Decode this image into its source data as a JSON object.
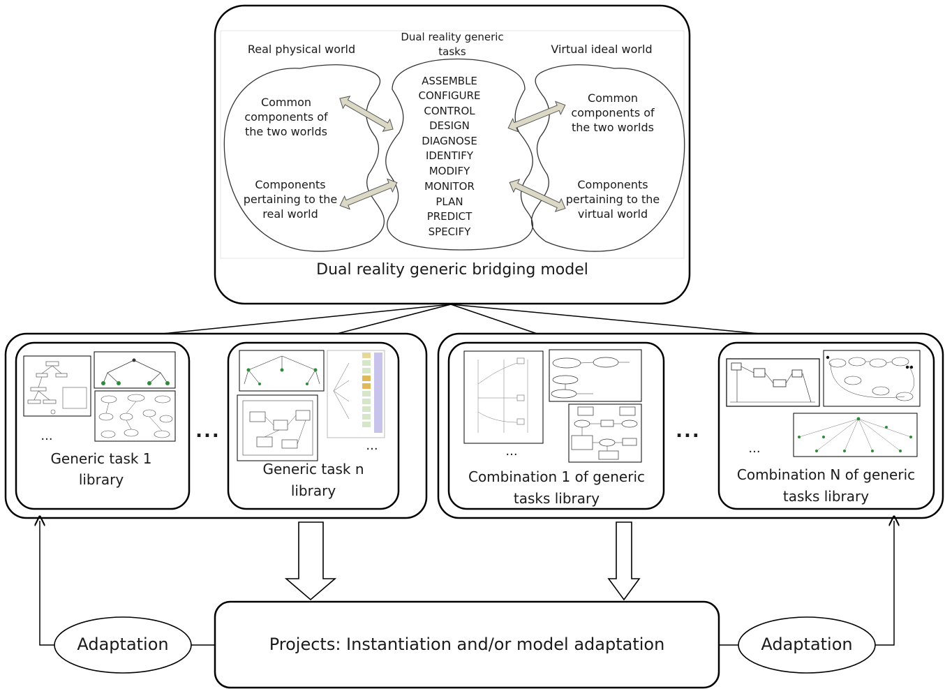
{
  "top_model": {
    "real_world_title": "Real physical world",
    "tasks_title_line1": "Dual reality generic",
    "tasks_title_line2": "tasks",
    "virtual_world_title": "Virtual ideal world",
    "left_common": [
      "Common",
      "components of",
      "the two worlds"
    ],
    "left_specific": [
      "Components",
      "pertaining to the",
      "real world"
    ],
    "right_common": [
      "Common",
      "components of",
      "the two worlds"
    ],
    "right_specific": [
      "Components",
      "pertaining to the",
      "virtual world"
    ],
    "tasks": [
      "ASSEMBLE",
      "CONFIGURE",
      "CONTROL",
      "DESIGN",
      "DIAGNOSE",
      "IDENTIFY",
      "MODIFY",
      "MONITOR",
      "PLAN",
      "PREDICT",
      "SPECIFY"
    ],
    "caption": "Dual reality generic bridging model"
  },
  "libraries": {
    "generic_1": [
      "Generic task 1",
      "library"
    ],
    "generic_n": [
      "Generic task n",
      "library"
    ],
    "combination_1": [
      "Combination 1 of generic",
      "tasks library"
    ],
    "combination_n": [
      "Combination N of generic",
      "tasks library"
    ],
    "between_ellipsis": "...",
    "inner_ellipsis": "..."
  },
  "bottom": {
    "projects": "Projects: Instantiation and/or model adaptation",
    "adaptation_left": "Adaptation",
    "adaptation_right": "Adaptation"
  }
}
